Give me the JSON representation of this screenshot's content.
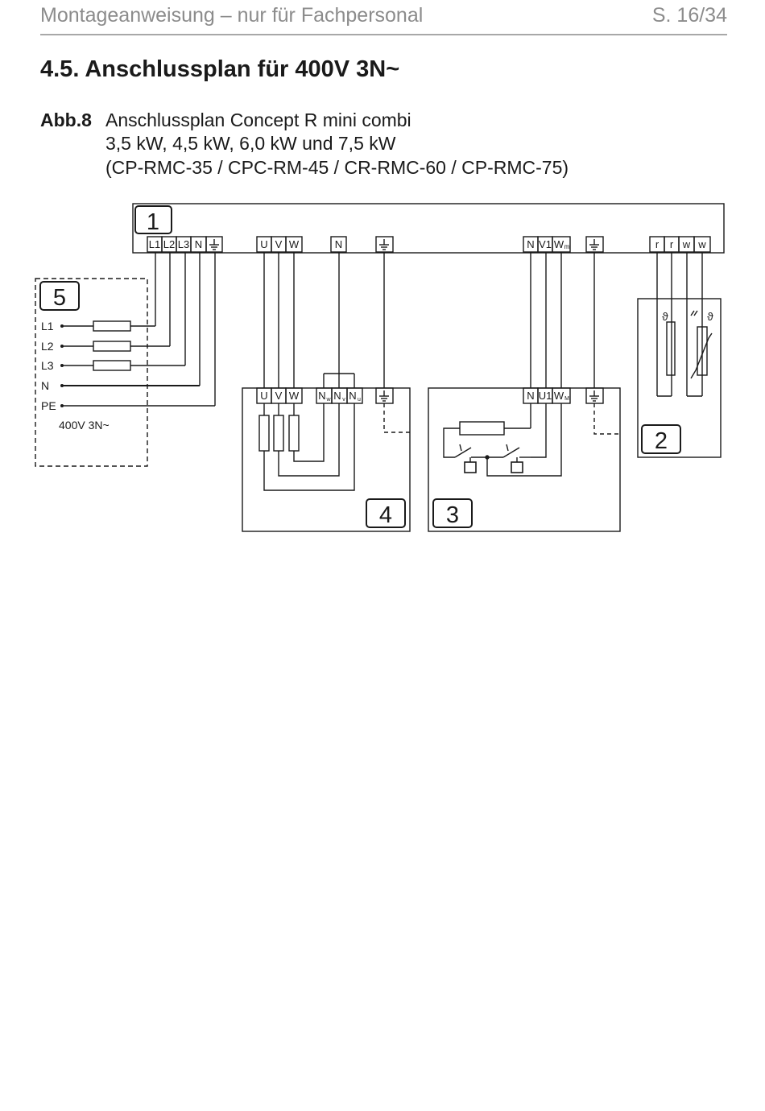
{
  "header": {
    "title": "Montageanweisung – nur für Fachpersonal",
    "page": "S. 16/34"
  },
  "section": {
    "title": "4.5.  Anschlussplan für 400V 3N~"
  },
  "caption": {
    "label": "Abb.8",
    "line1": "Anschlussplan Concept R mini combi",
    "line2": "3,5 kW, 4,5 kW, 6,0 kW und 7,5 kW",
    "line3": "(CP-RMC-35 / CPC-RM-45 / CR-RMC-60 / CP-RMC-75)"
  },
  "diagram": {
    "boxes": {
      "main": "1",
      "sensors": "2",
      "thermostat": "3",
      "heater": "4",
      "supply": "5"
    },
    "main_terminals": {
      "L1": "L1",
      "L2": "L2",
      "L3": "L3",
      "N1": "N",
      "U": "U",
      "V": "V",
      "W": "W",
      "N2": "N",
      "N3": "N",
      "V1": "V1",
      "Wm_W": "W",
      "Wm_sub": "m",
      "r1": "r",
      "r2": "r",
      "w1": "w",
      "w2": "w"
    },
    "heater_terminals": {
      "U": "U",
      "V": "V",
      "W": "W",
      "Nw_N": "N",
      "Nw_sub": "w",
      "Nv_N": "N",
      "Nv_sub": "v",
      "Nu_N": "N",
      "Nu_sub": "u"
    },
    "thermostat_terminals": {
      "N": "N",
      "U1": "U1",
      "WM_W": "W",
      "WM_sub": "M"
    },
    "supply_lines": [
      "L1",
      "L2",
      "L3",
      "N",
      "PE"
    ],
    "supply_voltage": "400V 3N~",
    "sensor_symbols": {
      "theta1": "ϑ",
      "theta2": "ϑ"
    }
  }
}
